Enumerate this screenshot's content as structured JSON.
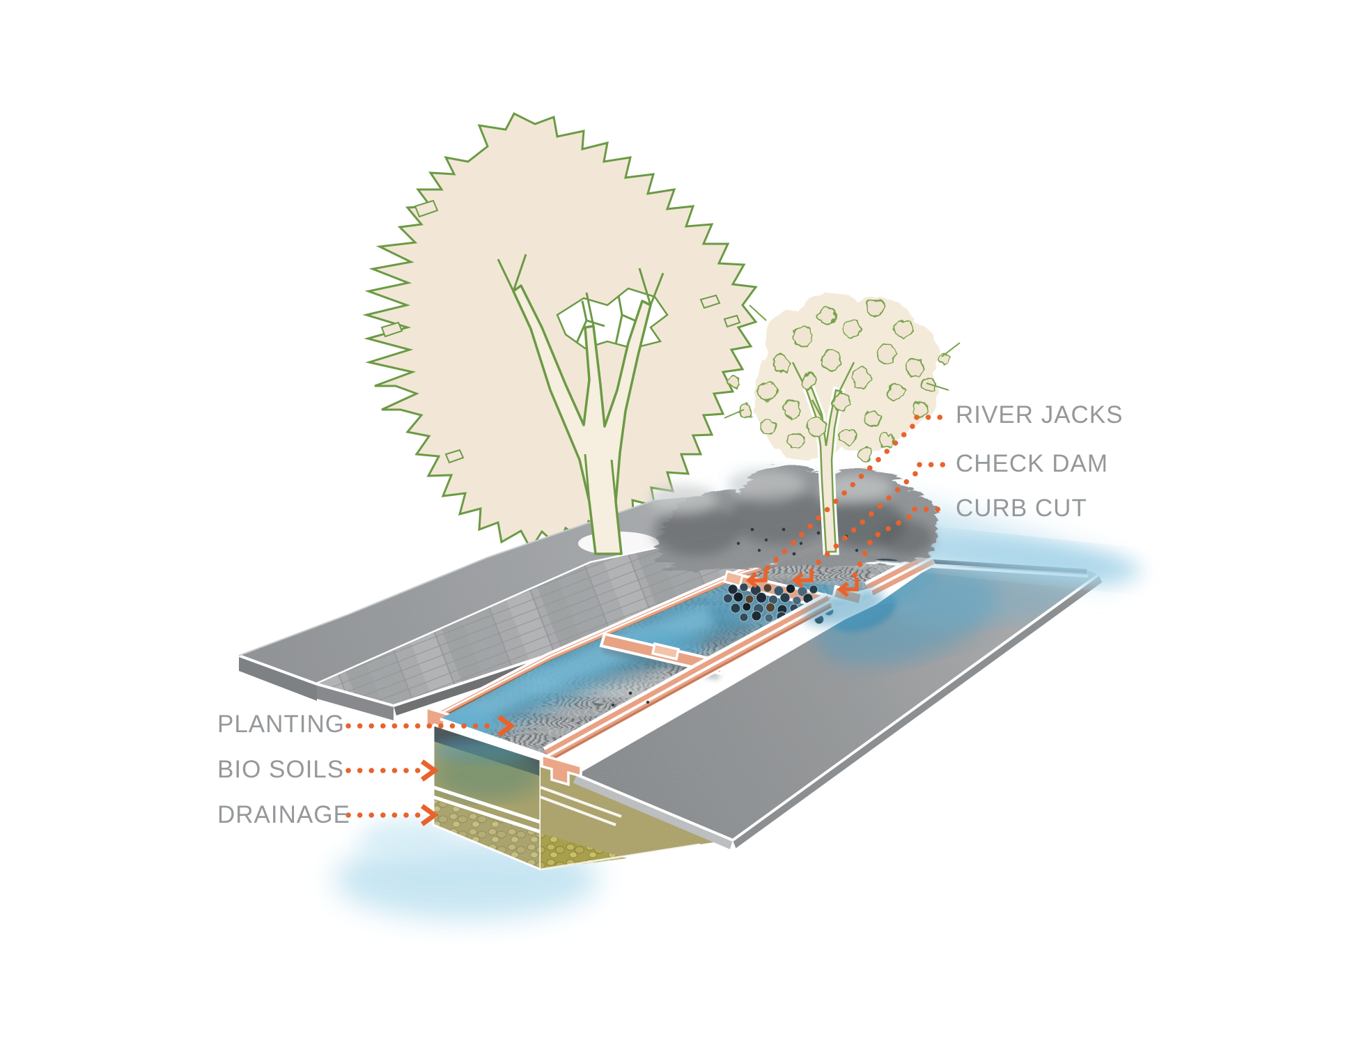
{
  "labels": {
    "river_jacks": "RIVER JACKS",
    "check_dam": "CHECK DAM",
    "curb_cut": "CURB CUT",
    "planting": "PLANTING",
    "bio_soils": "BIO SOILS",
    "drainage": "DRAINAGE"
  },
  "palette": {
    "label_text": "#95989b",
    "leader_orange": "#e8632c",
    "curb_salmon": "#eba687",
    "curb_shadow_brown": "#9b6747",
    "canopy_cream": "#f2e7d6",
    "leaf_green": "#6b9a45",
    "water_blue": "#4f9cc0",
    "water_glow": "#c4e4f2",
    "bio_soil_olive": "#a49b46",
    "drainage_khaki": "#aba048",
    "pavement_gray": "#9a9da0",
    "road_edge_dark": "#23303c"
  }
}
